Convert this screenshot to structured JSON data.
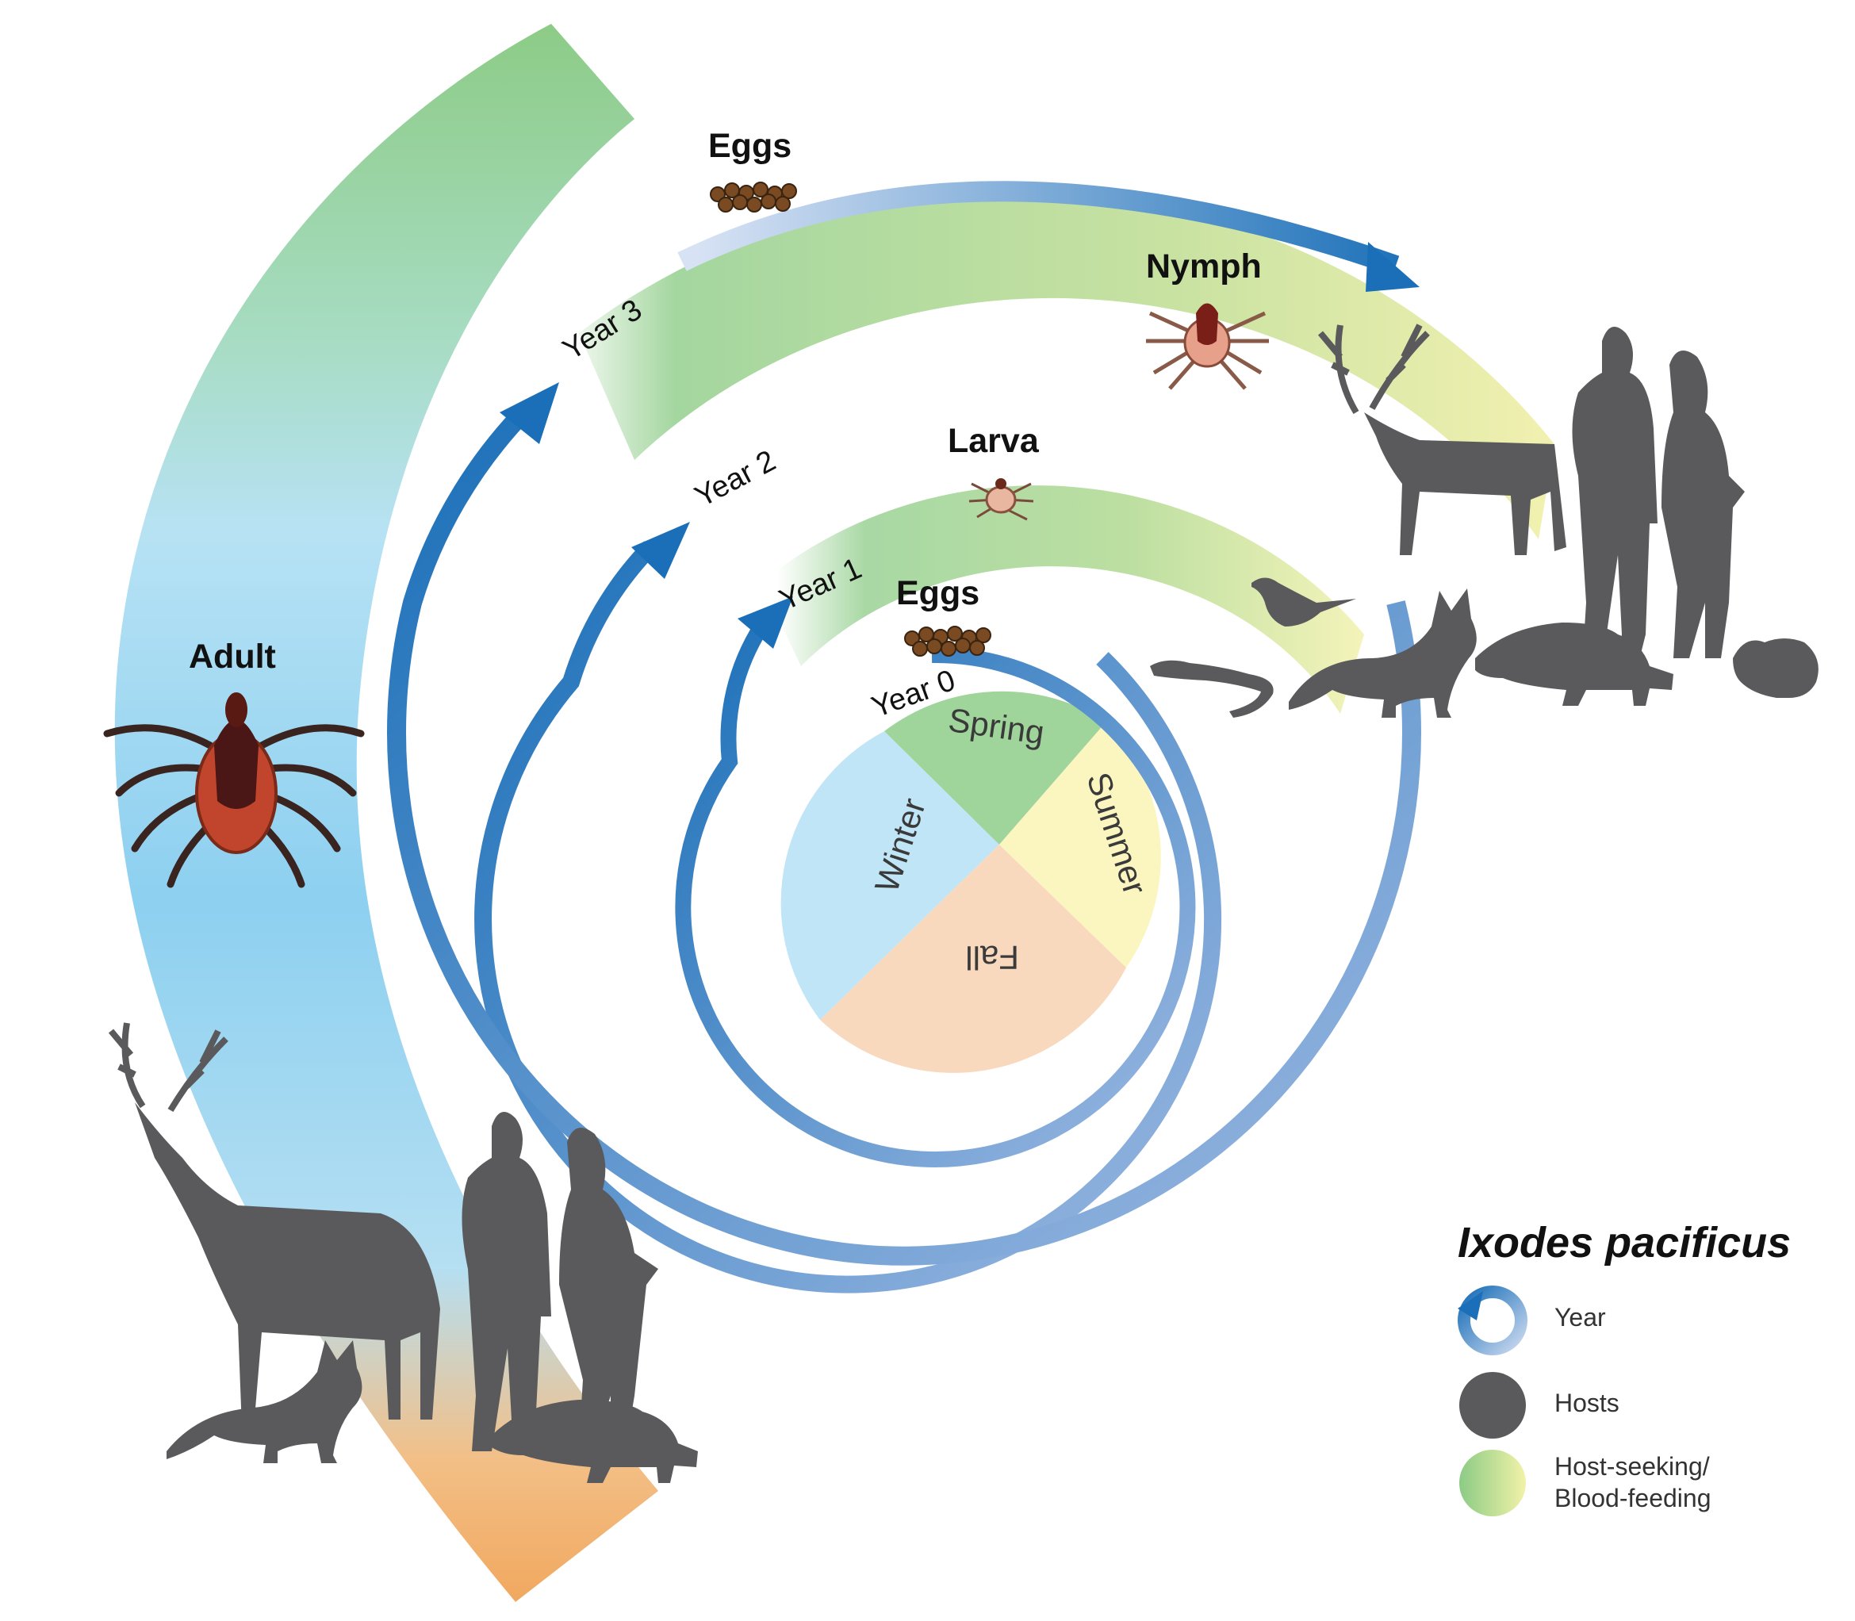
{
  "colors": {
    "arrow_blue": "#1a6fb8",
    "winter": "#bfe5f7",
    "spring": "#9fd49a",
    "summer": "#fbf6c0",
    "fall": "#f9d9bd",
    "host_seeking_green": "#8ccb85",
    "host_seeking_yellow": "#f2f2a8",
    "adult_blue": "#8dd0f0",
    "adult_orange": "#f0a55a",
    "host_silhouette": "#5a5a5c",
    "tick_body": "#c1452c",
    "tick_scutum": "#4a1616"
  },
  "seasons": [
    {
      "label": "Spring"
    },
    {
      "label": "Summer"
    },
    {
      "label": "Fall"
    },
    {
      "label": "Winter"
    }
  ],
  "years": [
    {
      "label": "Year 0"
    },
    {
      "label": "Year 1"
    },
    {
      "label": "Year 2"
    },
    {
      "label": "Year 3"
    }
  ],
  "stages": {
    "eggs_inner": "Eggs",
    "larva": "Larva",
    "nymph": "Nymph",
    "eggs_outer": "Eggs",
    "adult": "Adult"
  },
  "hosts": {
    "right_group": [
      "lizard",
      "bird",
      "fox",
      "deer",
      "man",
      "woman",
      "raccoon",
      "squirrel"
    ],
    "left_group": [
      "deer",
      "fox",
      "man",
      "woman",
      "raccoon"
    ]
  },
  "legend": {
    "title": "Ixodes pacificus",
    "items": [
      {
        "icon": "year-arrow-icon",
        "label": "Year"
      },
      {
        "icon": "host-circle-icon",
        "label": "Hosts"
      },
      {
        "icon": "gradient-circle-icon",
        "label_line1": "Host-seeking/",
        "label_line2": "Blood-feeding"
      }
    ]
  }
}
